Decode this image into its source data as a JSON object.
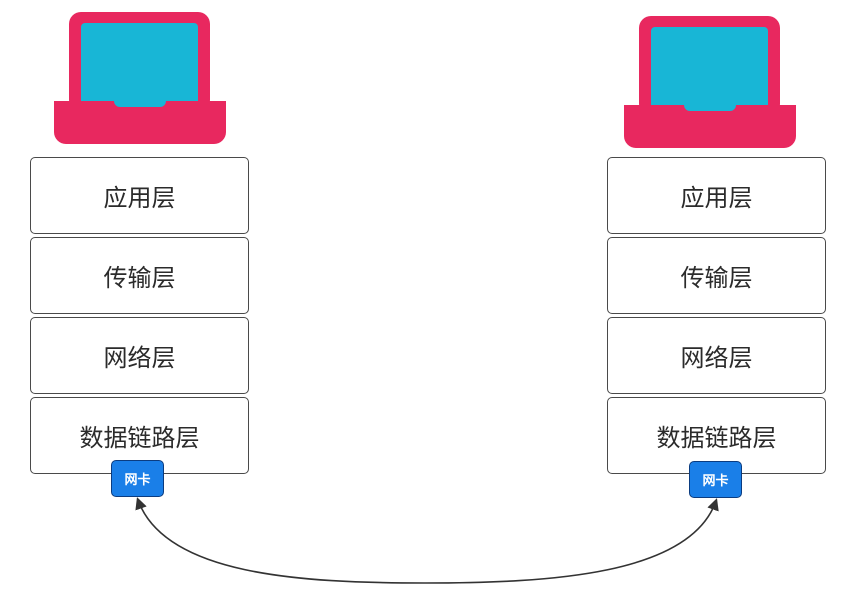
{
  "colors": {
    "laptop_body": "#e8285f",
    "laptop_screen": "#18b6d6",
    "nic_fill": "#1a7fe8",
    "nic_border": "#0b3c80",
    "layer_border": "#4a4a4a",
    "link_line": "#333333"
  },
  "hosts": [
    {
      "icon": "laptop-icon",
      "layers": [
        "应用层",
        "传输层",
        "网络层",
        "数据链路层"
      ],
      "nic_label": "网卡"
    },
    {
      "icon": "laptop-icon",
      "layers": [
        "应用层",
        "传输层",
        "网络层",
        "数据链路层"
      ],
      "nic_label": "网卡"
    }
  ],
  "connection": {
    "from": "host-left-nic",
    "to": "host-right-nic",
    "arrows": "both-ends"
  }
}
